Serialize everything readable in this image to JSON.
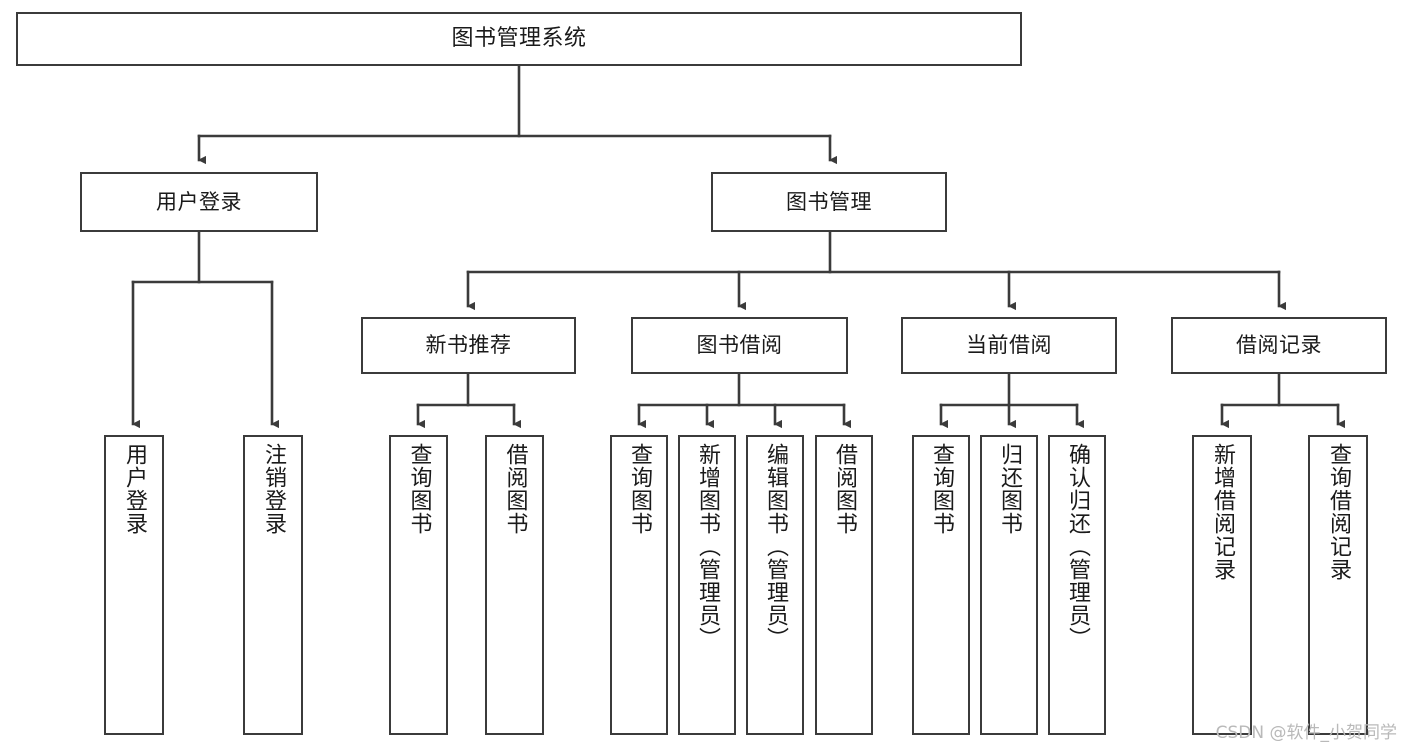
{
  "diagram": {
    "type": "tree-hierarchy-chart",
    "title": "图书管理系统",
    "orientation": "top-down",
    "colors": {
      "box_border": "#3b3b3b",
      "box_fill": "#ffffff",
      "connector": "#3b3b3b",
      "text": "#1a1a1a",
      "watermark": "#b9b9b9",
      "background": "#ffffff"
    },
    "root": {
      "label": "图书管理系统"
    },
    "level2": [
      {
        "label": "用户登录"
      },
      {
        "label": "图书管理"
      }
    ],
    "level3": [
      {
        "label": "新书推荐"
      },
      {
        "label": "图书借阅"
      },
      {
        "label": "当前借阅"
      },
      {
        "label": "借阅记录"
      }
    ],
    "leaves": {
      "user_login": [
        {
          "label": "用户登录"
        },
        {
          "label": "注销登录"
        }
      ],
      "new_book_recommend": [
        {
          "label": "查询图书"
        },
        {
          "label": "借阅图书"
        }
      ],
      "book_borrow": [
        {
          "label": "查询图书"
        },
        {
          "label": "新增图书（管理员）"
        },
        {
          "label": "编辑图书（管理员）"
        },
        {
          "label": "借阅图书"
        }
      ],
      "current_borrow": [
        {
          "label": "查询图书"
        },
        {
          "label": "归还图书"
        },
        {
          "label": "确认归还（管理员）"
        }
      ],
      "borrow_record": [
        {
          "label": "新增借阅记录"
        },
        {
          "label": "查询借阅记录"
        }
      ]
    }
  },
  "watermark": {
    "text": "CSDN @软件_小贺同学"
  }
}
